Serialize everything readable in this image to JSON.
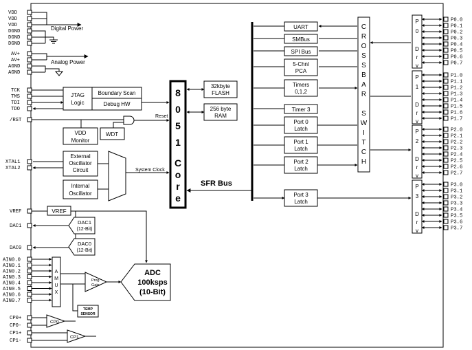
{
  "power": {
    "vdd": [
      "VDD",
      "VDD",
      "VDD"
    ],
    "dgnd": [
      "DGND",
      "DGND",
      "DGND"
    ],
    "digital_label": "Digital Power",
    "av": [
      "AV+",
      "AV+"
    ],
    "agnd": [
      "AGND",
      "AGND"
    ],
    "analog_label": "Analog Power"
  },
  "jtag": {
    "pins": [
      "TCK",
      "TMS",
      "TDI",
      "TDO"
    ],
    "logic_line1": "JTAG",
    "logic_line2": "Logic",
    "boundary_scan": "Boundary Scan",
    "debug_hw": "Debug HW"
  },
  "reset": {
    "pin": "/RST",
    "label": "Reset",
    "vdd_monitor_line1": "VDD",
    "vdd_monitor_line2": "Monitor",
    "wdt": "WDT"
  },
  "clock": {
    "pins": [
      "XTAL1",
      "XTAL2"
    ],
    "ext_osc": [
      "External",
      "Oscillator",
      "Circuit"
    ],
    "int_osc": [
      "Internal",
      "Oscillator"
    ],
    "system_clock": "System Clock"
  },
  "core": {
    "chars": [
      "8",
      "0",
      "5",
      "1",
      "C",
      "o",
      "r",
      "e"
    ]
  },
  "memory": {
    "flash_line1": "32kbyte",
    "flash_line2": "FLASH",
    "ram_line1": "256 byte",
    "ram_line2": "RAM"
  },
  "sfr_bus": "SFR Bus",
  "peripherals": {
    "uart": "UART",
    "smbus": "SMBus",
    "spi": "SPI Bus",
    "pca_line1": "5-Chnl",
    "pca_line2": "PCA",
    "timers_line1": "Timers",
    "timers_line2": "0,1,2",
    "timer3": "Timer 3",
    "port0_line1": "Port 0",
    "port0_line2": "Latch",
    "port1_line1": "Port 1",
    "port1_line2": "Latch",
    "port2_line1": "Port 2",
    "port2_line2": "Latch",
    "port3_line1": "Port 3",
    "port3_line2": "Latch"
  },
  "crossbar": {
    "chars": [
      "C",
      "R",
      "O",
      "S",
      "S",
      "B",
      "A",
      "R",
      "S",
      "W",
      "I",
      "T",
      "C",
      "H"
    ]
  },
  "drivers": [
    {
      "chars": [
        "P",
        "0",
        "D",
        "r",
        "v"
      ],
      "pins": [
        "P0.0",
        "P0.1",
        "P0.2",
        "P0.3",
        "P0.4",
        "P0.5",
        "P0.6",
        "P0.7"
      ]
    },
    {
      "chars": [
        "P",
        "1",
        "D",
        "r",
        "v"
      ],
      "pins": [
        "P1.0",
        "P1.1",
        "P1.2",
        "P1.3",
        "P1.4",
        "P1.5",
        "P1.6",
        "P1.7"
      ]
    },
    {
      "chars": [
        "P",
        "2",
        "D",
        "r",
        "v"
      ],
      "pins": [
        "P2.0",
        "P2.1",
        "P2.2",
        "P2.3",
        "P2.4",
        "P2.5",
        "P2.6",
        "P2.7"
      ]
    },
    {
      "chars": [
        "P",
        "3",
        "D",
        "r",
        "v"
      ],
      "pins": [
        "P3.0",
        "P3.1",
        "P3.2",
        "P3.3",
        "P3.4",
        "P3.5",
        "P3.6",
        "P3.7"
      ]
    }
  ],
  "analog": {
    "vref_pin": "VREF",
    "vref_box": "VREF",
    "dac1_pin": "DAC1",
    "dac1_line1": "DAC1",
    "dac1_line2": "(12-Bit)",
    "dac0_pin": "DAC0",
    "dac0_line1": "DAC0",
    "dac0_line2": "(12-Bit)",
    "ain_pins": [
      "AIN0.0",
      "AIN0.1",
      "AIN0.2",
      "AIN0.3",
      "AIN0.4",
      "AIN0.5",
      "AIN0.6",
      "AIN0.7"
    ],
    "amux": [
      "A",
      "M",
      "U",
      "X"
    ],
    "prog_gain_line1": "Prog",
    "prog_gain_line2": "Gain",
    "adc_line1": "ADC",
    "adc_line2": "100ksps",
    "adc_line3": "(10-Bit)",
    "temp_line1": "TEMP",
    "temp_line2": "SENSOR",
    "cp_pins": [
      "CP0+",
      "CP0-",
      "CP1+",
      "CP1-"
    ],
    "cp0": "CP0",
    "cp1": "CP1"
  }
}
